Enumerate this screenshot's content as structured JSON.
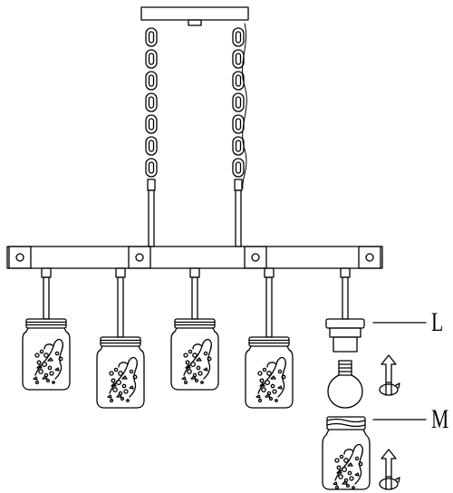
{
  "figure": {
    "stroke_color": "#000000",
    "background": "#ffffff",
    "pendant_count": 5,
    "callouts": [
      {
        "id": "L",
        "text": "L",
        "part": "lamp-socket"
      },
      {
        "id": "M",
        "text": "M",
        "part": "mason-jar-shade"
      }
    ],
    "icons": [
      "ceiling-canopy-icon",
      "chain-icon",
      "crossbar-icon",
      "mason-jar-icon",
      "socket-icon",
      "bulb-icon",
      "rotate-clockwise-icon"
    ]
  }
}
